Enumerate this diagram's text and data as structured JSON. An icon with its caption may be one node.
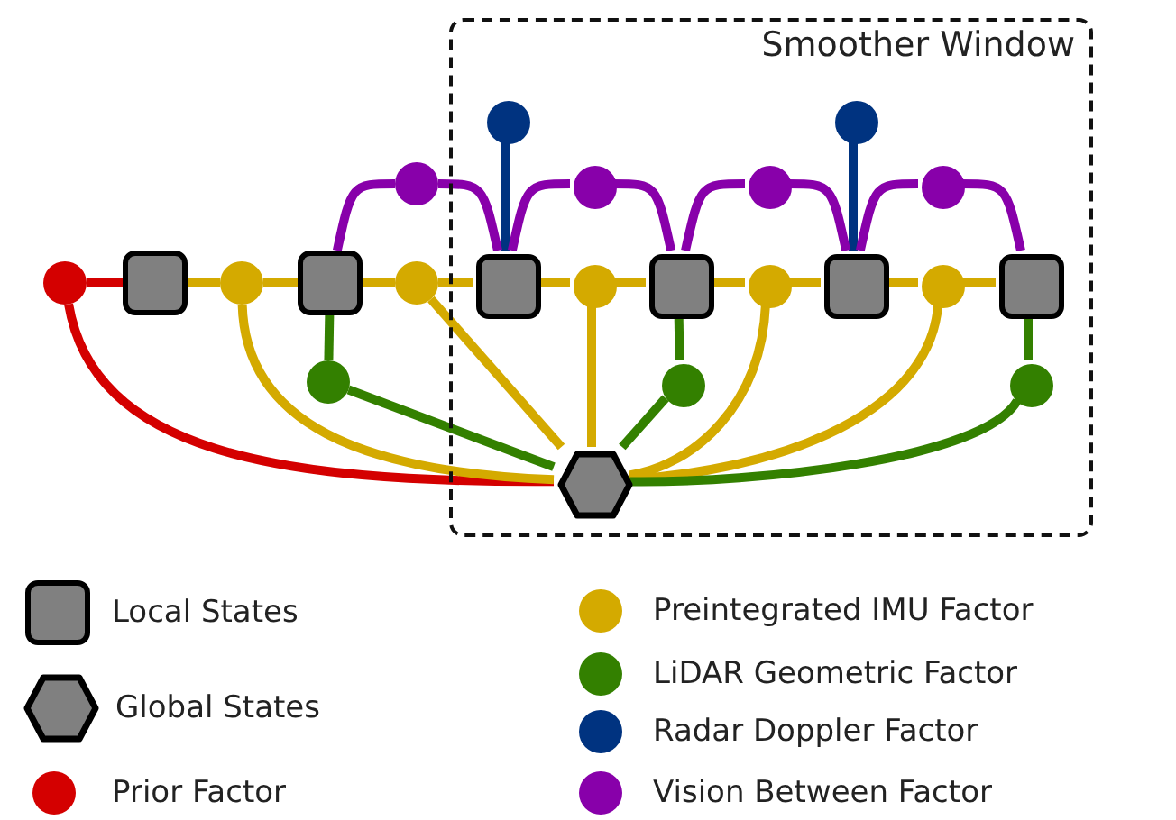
{
  "diagram": {
    "nodes": [
      {
        "text": [
          "Smoother Window"
        ]
      },
      {
        "text": [],
        "shape": "circle"
      },
      {
        "text": [],
        "shape": "box"
      },
      {
        "text": [],
        "shape": "circle"
      },
      {
        "text": [],
        "shape": "box"
      },
      {
        "text": [],
        "shape": "circle"
      },
      {
        "text": [],
        "shape": "circle"
      },
      {
        "text": [],
        "shape": "circle"
      },
      {
        "text": [],
        "shape": "box",
        "in": 0
      },
      {
        "text": [],
        "shape": "circle",
        "in": 0
      },
      {
        "text": [],
        "shape": "circle",
        "in": 0
      },
      {
        "text": [],
        "shape": "circle",
        "in": 0
      },
      {
        "text": [],
        "shape": "box",
        "in": 0
      },
      {
        "text": [],
        "shape": "circle",
        "in": 0
      },
      {
        "text": [],
        "shape": "circle",
        "in": 0
      },
      {
        "text": [],
        "shape": "circle",
        "in": 0
      },
      {
        "text": [],
        "shape": "box",
        "in": 0
      },
      {
        "text": [],
        "shape": "circle",
        "in": 0
      },
      {
        "text": [],
        "shape": "circle",
        "in": 0
      },
      {
        "text": [],
        "shape": "circle",
        "in": 0
      },
      {
        "text": [],
        "shape": "box",
        "in": 0
      },
      {
        "text": [],
        "shape": "circle",
        "in": 0
      },
      {
        "text": [],
        "shape": "hexagon",
        "in": 0
      }
    ],
    "edges": [
      {
        "from": 1,
        "to": 2,
        "arrow": "none",
        "color": "#d40000"
      },
      {
        "from": 1,
        "to": 22,
        "arrow": "none",
        "color": "#d40000"
      },
      {
        "from": 2,
        "to": 3,
        "arrow": "none"
      },
      {
        "from": 3,
        "to": 4,
        "arrow": "none"
      },
      {
        "from": 4,
        "to": 5,
        "arrow": "none"
      },
      {
        "from": 5,
        "to": 8,
        "arrow": "none"
      },
      {
        "from": 8,
        "to": 11,
        "arrow": "none"
      },
      {
        "from": 11,
        "to": 12,
        "arrow": "none"
      },
      {
        "from": 12,
        "to": 15,
        "arrow": "none"
      },
      {
        "from": 15,
        "to": 16,
        "arrow": "none"
      },
      {
        "from": 16,
        "to": 19,
        "arrow": "none"
      },
      {
        "from": 19,
        "to": 20,
        "arrow": "none"
      },
      {
        "from": 3,
        "to": 22,
        "arrow": "none"
      },
      {
        "from": 5,
        "to": 22,
        "arrow": "none"
      },
      {
        "from": 11,
        "to": 22,
        "arrow": "none"
      },
      {
        "from": 15,
        "to": 22,
        "arrow": "none"
      },
      {
        "from": 19,
        "to": 22,
        "arrow": "none"
      },
      {
        "from": 4,
        "to": 7,
        "arrow": "none",
        "color": "#338000"
      },
      {
        "from": 7,
        "to": 22,
        "arrow": "none",
        "color": "#338000"
      },
      {
        "from": 12,
        "to": 13,
        "arrow": "none",
        "color": "#338000"
      },
      {
        "from": 13,
        "to": 22,
        "arrow": "none",
        "color": "#338000"
      },
      {
        "from": 20,
        "to": 21,
        "arrow": "none",
        "color": "#338000"
      },
      {
        "from": 21,
        "to": 22,
        "arrow": "none",
        "color": "#338000"
      },
      {
        "from": 9,
        "to": 8,
        "arrow": "none",
        "color": "#003380"
      },
      {
        "from": 17,
        "to": 16,
        "arrow": "none",
        "color": "#003380"
      },
      {
        "from": 4,
        "to": 6,
        "arrow": "none",
        "color": "#8800aa"
      },
      {
        "from": 6,
        "to": 8,
        "arrow": "none",
        "color": "#8800aa"
      },
      {
        "from": 8,
        "to": 10,
        "arrow": "none",
        "color": "#8800aa"
      },
      {
        "from": 10,
        "to": 12,
        "arrow": "none",
        "color": "#8800aa"
      },
      {
        "from": 12,
        "to": 14,
        "arrow": "none",
        "color": "#8800aa"
      },
      {
        "from": 14,
        "to": 16,
        "arrow": "none",
        "color": "#8800aa"
      },
      {
        "from": 16,
        "to": 18,
        "arrow": "none",
        "color": "#8800aa"
      },
      {
        "from": 18,
        "to": 20,
        "arrow": "none",
        "color": "#8800aa"
      }
    ],
    "legend": [
      {
        "text": "Local States"
      },
      {
        "text": "Global States"
      },
      {
        "text": "Prior Factor",
        "color": "#d40000"
      },
      {
        "text": "Preintegrated IMU Factor",
        "color": "#d4aa00"
      },
      {
        "text": "LiDAR Geometric Factor",
        "color": "#338000"
      },
      {
        "text": "Radar Doppler Factor",
        "color": "#003380"
      },
      {
        "text": "Vision Between Factor",
        "color": "#8800aa"
      }
    ]
  }
}
